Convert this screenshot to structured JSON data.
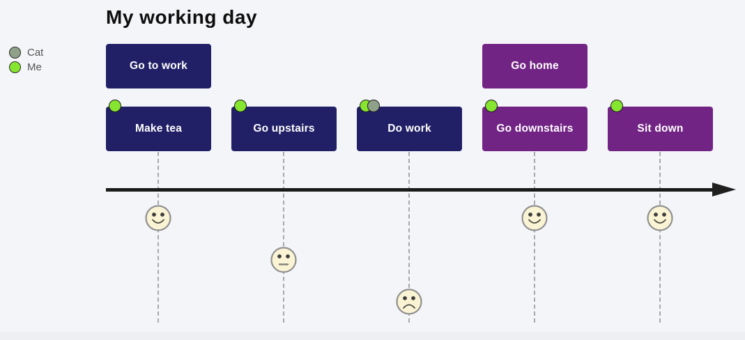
{
  "title": "My working day",
  "legend": {
    "items": [
      {
        "label": "Cat",
        "color": "#8fa188"
      },
      {
        "label": "Me",
        "color": "#86e52e"
      }
    ]
  },
  "timeline": {
    "top_row": [
      {
        "label": "Go to work",
        "color": "#212067",
        "column": 1,
        "participants": []
      },
      {
        "label": "Go home",
        "color": "#722485",
        "column": 4,
        "participants": []
      }
    ],
    "bottom_row": [
      {
        "label": "Make tea",
        "color": "#212067",
        "column": 1,
        "participants": [
          "Me"
        ]
      },
      {
        "label": "Go upstairs",
        "color": "#212067",
        "column": 2,
        "participants": [
          "Me"
        ]
      },
      {
        "label": "Do work",
        "color": "#212067",
        "column": 3,
        "participants": [
          "Me",
          "Cat"
        ]
      },
      {
        "label": "Go downstairs",
        "color": "#722485",
        "column": 4,
        "participants": [
          "Me"
        ]
      },
      {
        "label": "Sit down",
        "color": "#722485",
        "column": 5,
        "participants": [
          "Me"
        ]
      }
    ],
    "moods": [
      {
        "step": "Make tea",
        "mood": "happy"
      },
      {
        "step": "Go upstairs",
        "mood": "neutral"
      },
      {
        "step": "Do work",
        "mood": "sad"
      },
      {
        "step": "Go downstairs",
        "mood": "happy"
      },
      {
        "step": "Sit down",
        "mood": "happy"
      }
    ]
  },
  "colors": {
    "background": "#f4f5f8",
    "box_navy": "#212067",
    "box_purple": "#722485",
    "dot_me": "#86e52e",
    "dot_cat": "#8fa188",
    "axis": "#1a1a1a",
    "dashed_line": "#a8a8ac",
    "face_fill": "#faf4d4",
    "face_stroke": "#8f8f8f"
  }
}
